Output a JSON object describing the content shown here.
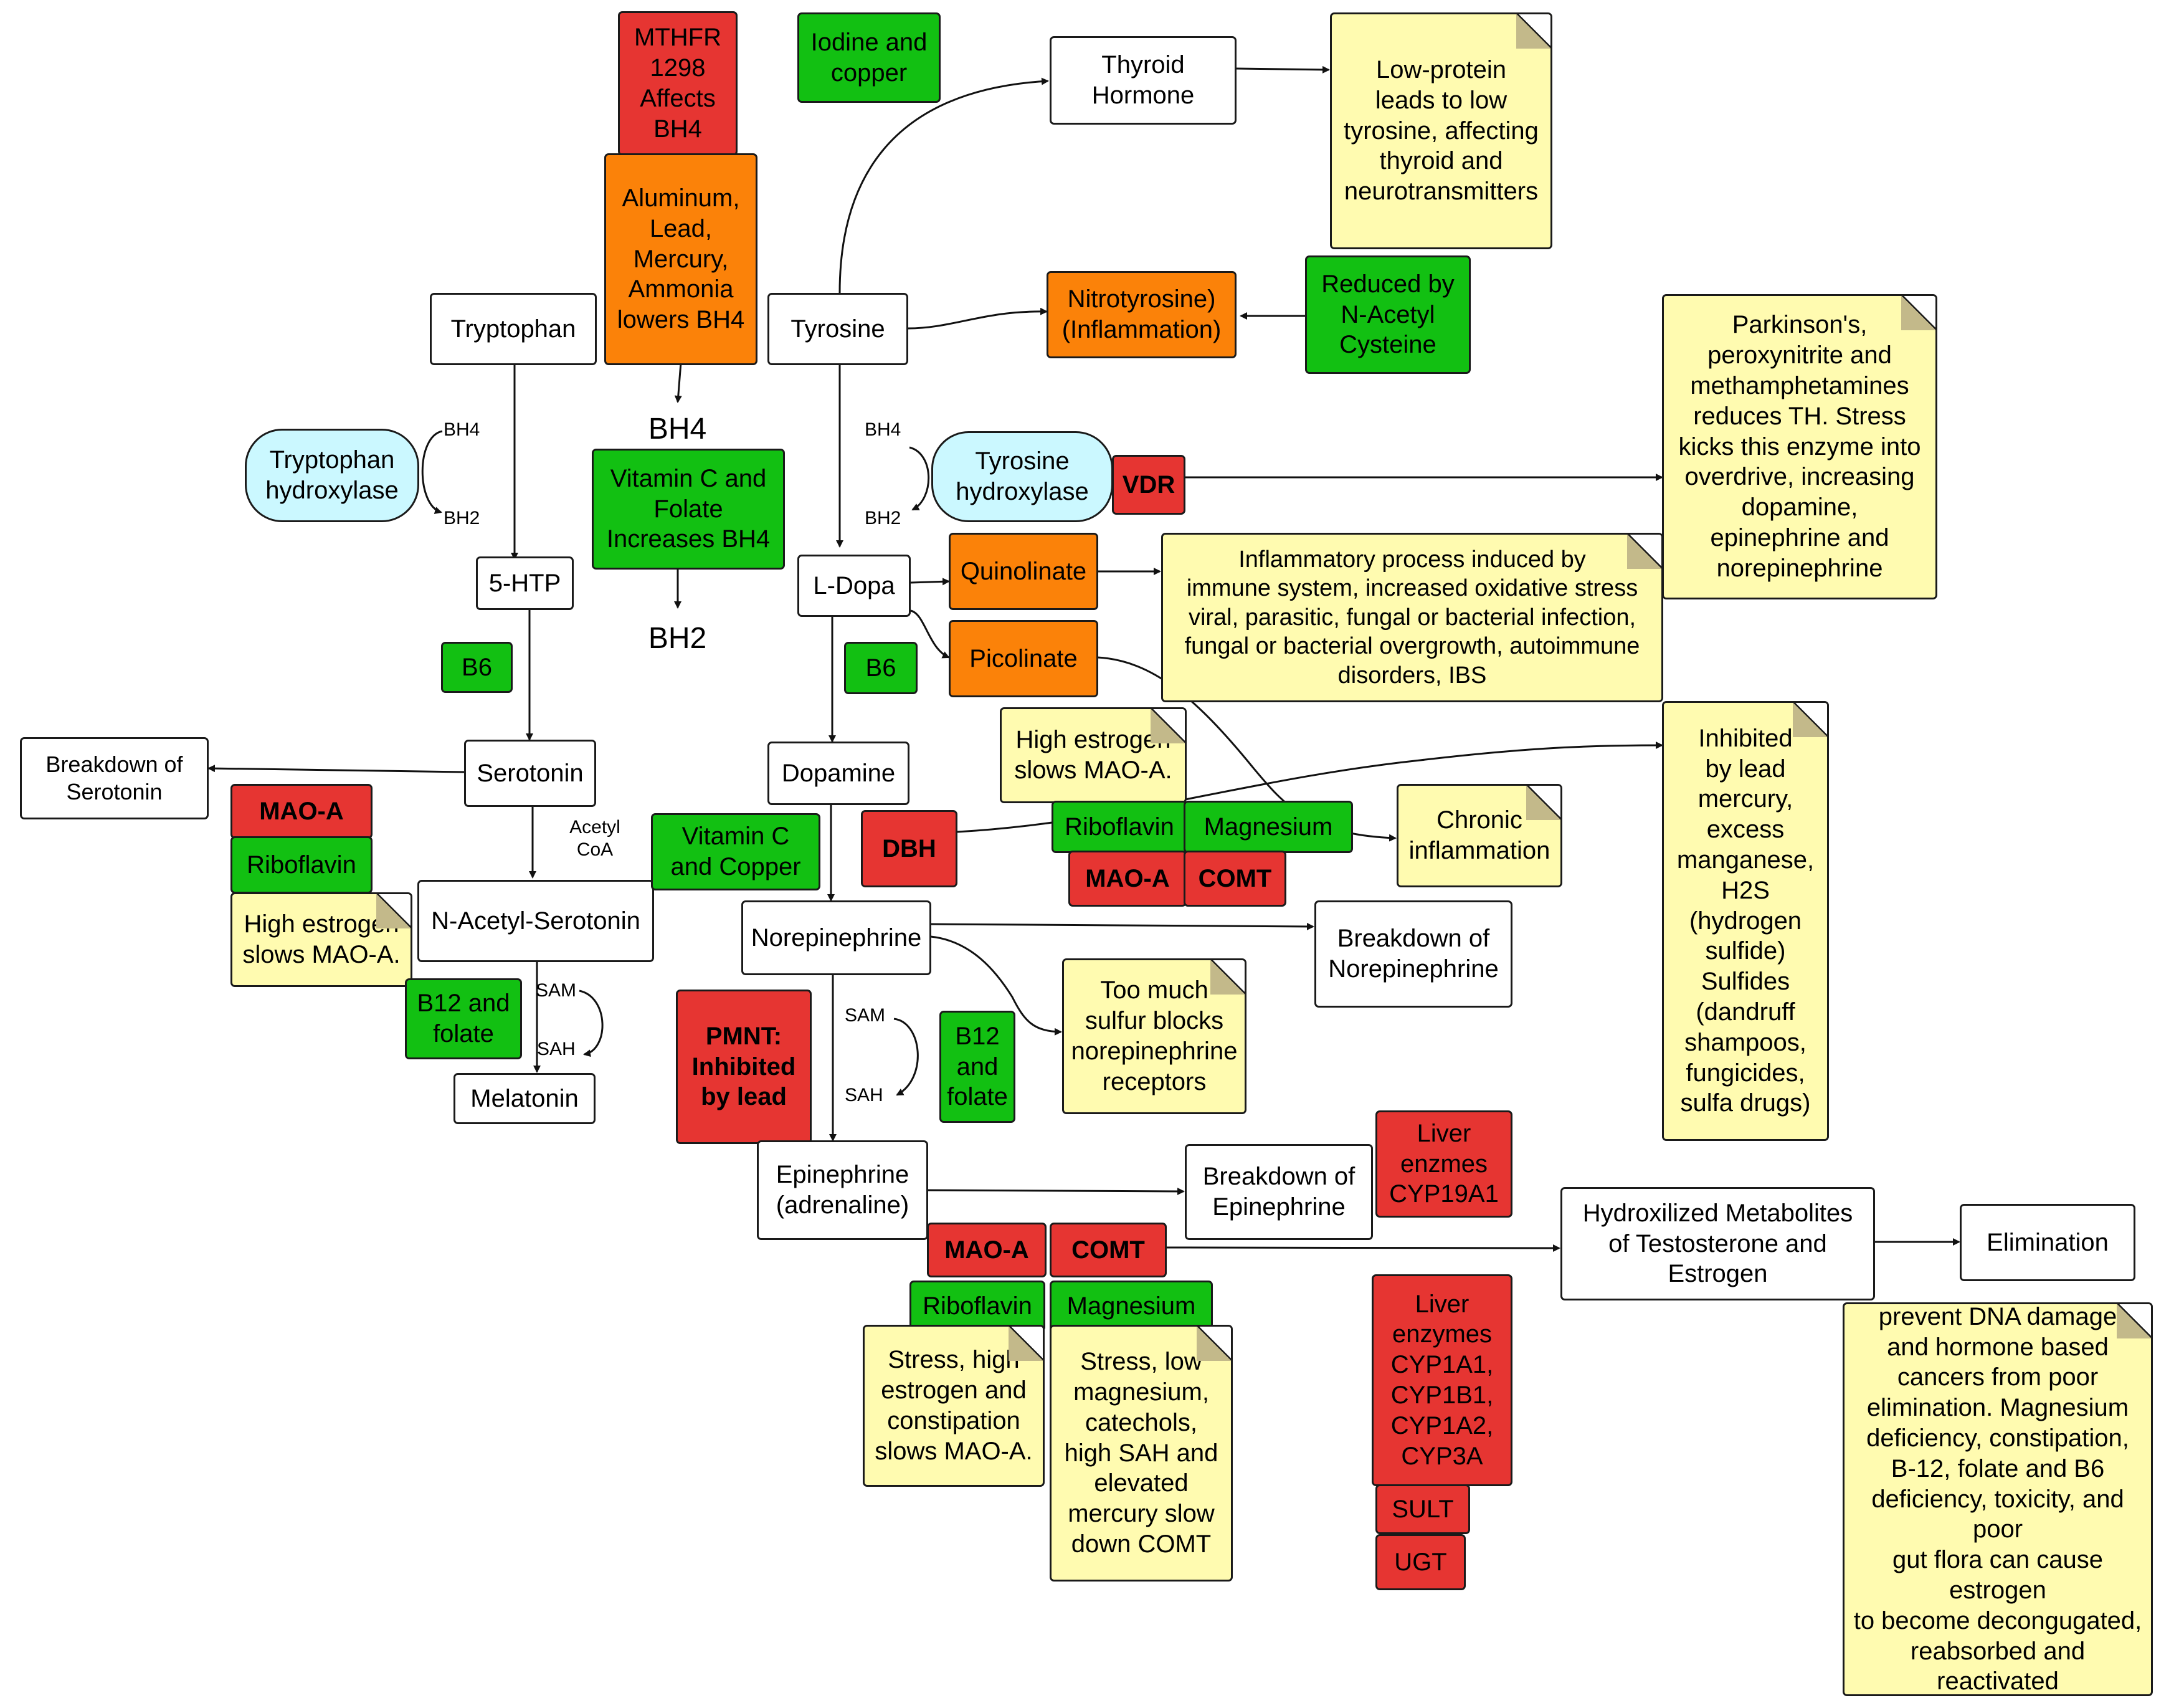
{
  "colors": {
    "note": "#fffbb0",
    "red": "#e63532",
    "orange": "#fb8209",
    "green": "#12c012",
    "enzyme": "#cbf8ff",
    "outline": "#1a1a1a"
  },
  "nodes": {
    "tryptophan": "Tryptophan",
    "tryptophan_hydroxylase": "Tryptophan\nhydroxylase",
    "htp": "5-HTP",
    "b6_left": "B6",
    "serotonin": "Serotonin",
    "breakdown_serotonin": "Breakdown of\nSerotonin",
    "mao_a_left": "MAO-A",
    "riboflavin_left": "Riboflavin",
    "estrogen_note_left": "High estrogen\nslows MAO-A.",
    "n_acetyl_serotonin": "N-Acetyl-Serotonin",
    "b12_folate_left": "B12 and\nfolate",
    "melatonin": "Melatonin",
    "mthfr": "MTHFR\n1298\nAffects\nBH4",
    "metals": "Aluminum,\nLead,\nMercury,\nAmmonia\nlowers BH4",
    "vitc_folate": "Vitamin C and\nFolate\nIncreases BH4",
    "iodine_copper": "Iodine and\ncopper",
    "tyrosine": "Tyrosine",
    "thyroid_hormone": "Thyroid\nHormone",
    "low_protein_note": "Low-protein\nleads to low\ntyrosine, affecting\nthyroid and\nneurotransmitters",
    "nitrotyrosine": "Nitrotyrosine)\n(Inflammation)",
    "nac": "Reduced by\nN-Acetyl\nCysteine",
    "parkinsons_note": "Parkinson's,\nperoxynitrite and\nmethamphetamines\nreduces TH. Stress\nkicks this enzyme into\noverdrive, increasing\ndopamine,\nepinephrine and\nnorepinephrine",
    "tyrosine_hydroxylase": "Tyrosine\nhydroxylase",
    "vdr": "VDR",
    "ldopa": "L-Dopa",
    "quinolinate": "Quinolinate",
    "picolinate": "Picolinate",
    "inflammatory_note": "Inflammatory process induced by\nimmune system, increased oxidative stress\nviral, parasitic, fungal or bacterial infection,\nfungal or bacterial overgrowth, autoimmune\ndisorders, IBS",
    "b6_mid": "B6",
    "dopamine": "Dopamine",
    "vitc_copper": "Vitamin C\nand Copper",
    "dbh": "DBH",
    "estrogen_note_mid": "High estrogen\nslows MAO-A.",
    "riboflavin_mid": "Riboflavin",
    "magnesium_mid": "Magnesium",
    "mao_a_mid": "MAO-A",
    "comt_mid": "COMT",
    "chronic_inflammation": "Chronic\ninflammation",
    "lead_note": "Inhibited\nby lead\nmercury,\nexcess\nmanganese,\nH2S\n(hydrogen\nsulfide)\nSulfides\n(dandruff\nshampoos,\nfungicides,\nsulfa drugs)",
    "norepinephrine": "Norepinephrine",
    "breakdown_norepinephrine": "Breakdown of\nNorepinephrine",
    "sulfur_note": "Too much\nsulfur blocks\nnorepinephrine\nreceptors",
    "pmnt": "PMNT:\nInhibited\nby lead",
    "b12_folate_mid": "B12\nand\nfolate",
    "epinephrine": "Epinephrine\n(adrenaline)",
    "breakdown_epinephrine": "Breakdown of\nEpinephrine",
    "liver_cyp19": "Liver\nenzmes\nCYP19A1",
    "mao_a_bottom": "MAO-A",
    "comt_bottom": "COMT",
    "riboflavin_bottom": "Riboflavin",
    "magnesium_bottom": "Magnesium",
    "stress_note": "Stress, high\nestrogen and\nconstipation\nslows MAO-A.",
    "low_mg_note": "Stress, low\nmagnesium,\ncatechols,\nhigh SAH and\nelevated\nmercury slow\ndown COMT",
    "liver_enzymes": "Liver\nenzymes\nCYP1A1,\nCYP1B1,\nCYP1A2,\nCYP3A",
    "sult": "SULT",
    "ugt": "UGT",
    "hydroxilized": "Hydroxilized Metabolites\nof Testosterone and\nEstrogen",
    "elimination": "Elimination",
    "support_comt_note": "Support COMT to\nprevent DNA damage\nand hormone based\ncancers from poor\nelimination. Magnesium\ndeficiency, constipation,\nB-12, folate and B6\ndeficiency, toxicity, and poor\ngut flora can cause estrogen\nto become decongugated,\nreabsorbed and reactivated\ninto the blood."
  },
  "labels": {
    "bh4_top": "BH4",
    "bh2_bottom": "BH2",
    "bh4_left": "BH4",
    "bh2_left": "BH2",
    "bh4_mid": "BH4",
    "bh2_mid": "BH2",
    "acetyl_coa": "Acetyl\nCoA",
    "sam_left": "SAM",
    "sah_left": "SAH",
    "sam_mid": "SAM",
    "sah_mid": "SAH"
  }
}
